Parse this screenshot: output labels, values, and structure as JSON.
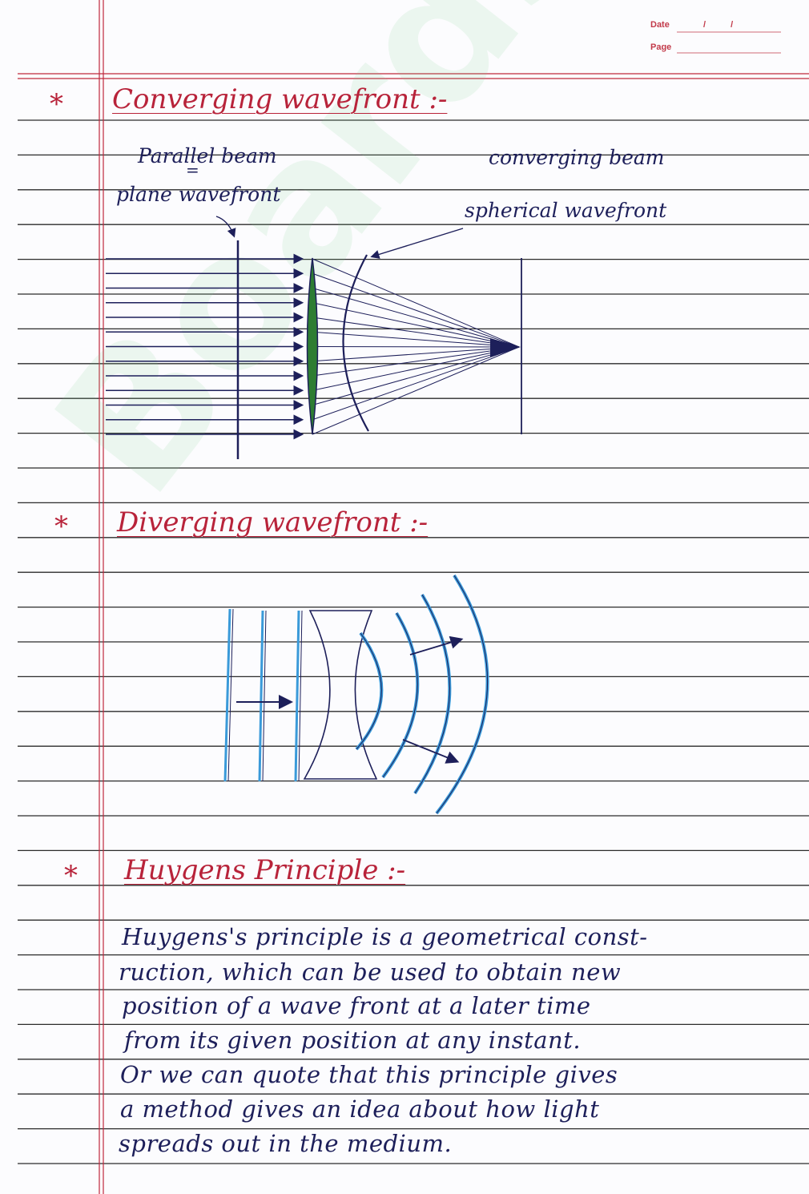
{
  "header": {
    "date_label": "Date",
    "date_value": "/ /",
    "page_label": "Page"
  },
  "sections": [
    {
      "marker": "*",
      "title": "Converging wavefront :-"
    },
    {
      "marker": "*",
      "title": "Diverging wavefront :-"
    },
    {
      "marker": "*",
      "title": "Huygens Principle :-"
    }
  ],
  "converging_diagram": {
    "label_parallel": "Parallel beam",
    "label_equals": "=",
    "label_plane": "plane wavefront",
    "label_converging": "converging beam",
    "label_spherical": "spherical wavefront"
  },
  "huygens_text": [
    "Huygens's principle is a geometrical const-",
    "ruction, which can be used to obtain new",
    "position of a wave front at a later time",
    "from its given position at any instant.",
    "Or we can quote that this principle gives",
    "a method gives an idea about how light",
    "spreads out in the medium."
  ],
  "watermark": "BoardStudy",
  "colors": {
    "ink": "#1d1f5a",
    "heading": "#b8233a",
    "lens": "#2e7d32",
    "blue_wave": "#3a9ad9",
    "rule": "#2a2a2a",
    "margin": "#c0283c"
  }
}
